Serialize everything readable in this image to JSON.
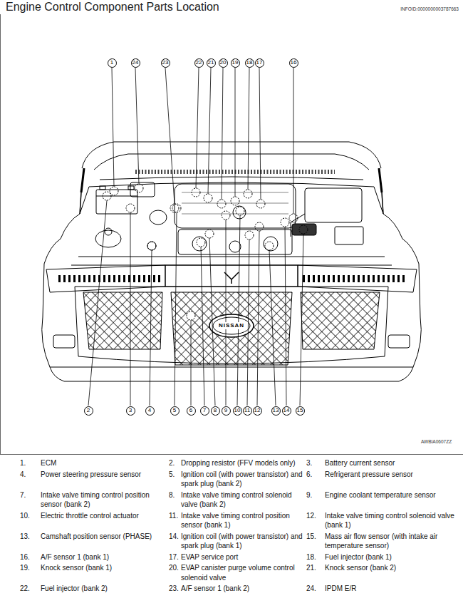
{
  "diagram": {
    "title": "Engine Control Component Parts Location",
    "nodes": [
      {
        "text": [
          "1"
        ]
      },
      {
        "text": [
          "24"
        ]
      },
      {
        "text": [
          "23"
        ]
      },
      {
        "text": [
          "22"
        ]
      },
      {
        "text": [
          "21"
        ]
      },
      {
        "text": [
          "20"
        ]
      },
      {
        "text": [
          "19"
        ]
      },
      {
        "text": [
          "18"
        ]
      },
      {
        "text": [
          "17"
        ]
      },
      {
        "text": [
          "16"
        ]
      },
      {
        "text": [
          "2"
        ]
      },
      {
        "text": [
          "3"
        ]
      },
      {
        "text": [
          "4"
        ]
      },
      {
        "text": [
          "5"
        ]
      },
      {
        "text": [
          "6"
        ]
      },
      {
        "text": [
          "7"
        ]
      },
      {
        "text": [
          "8"
        ]
      },
      {
        "text": [
          "9"
        ]
      },
      {
        "text": [
          "10"
        ]
      },
      {
        "text": [
          "11"
        ]
      },
      {
        "text": [
          "12"
        ]
      },
      {
        "text": [
          "13"
        ]
      },
      {
        "text": [
          "14"
        ]
      },
      {
        "text": [
          "15"
        ]
      }
    ],
    "labels": [
      "INFOID:0000000003787663",
      "NISSAN",
      "AWBIA0607ZZ",
      "1.",
      "ECM",
      "2.",
      "Dropping resistor (FFV models only)",
      "3.",
      "Battery current sensor",
      "4.",
      "Power steering pressure sensor",
      "5.",
      "Ignition coil (with power transistor) and spark plug (bank 2)",
      "6.",
      "Refrigerant pressure sensor",
      "7.",
      "Intake valve timing control position sensor (bank 2)",
      "8.",
      "Intake valve timing control solenoid valve (bank 2)",
      "9.",
      "Engine coolant temperature sensor",
      "10.",
      "Electric throttle control actuator",
      "11.",
      "Intake valve timing control position sensor (bank 1)",
      "12.",
      "Intake valve timing control solenoid valve (bank 1)",
      "13.",
      "Camshaft position sensor (PHASE)",
      "14.",
      "Ignition coil (with power transistor) and spark plug (bank 1)",
      "15.",
      "Mass air flow sensor (with intake air temperature sensor)",
      "16.",
      "A/F sensor 1 (bank 1)",
      "17.",
      "EVAP service port",
      "18.",
      "Fuel injector (bank 1)",
      "19.",
      "Knock sensor (bank 1)",
      "20.",
      "EVAP canister purge volume control solenoid valve",
      "21.",
      "Knock sensor (bank 2)",
      "22.",
      "Fuel injector (bank 2)",
      "23.",
      "A/F sensor 1 (bank 2)",
      "24.",
      "IPDM E/R"
    ]
  }
}
